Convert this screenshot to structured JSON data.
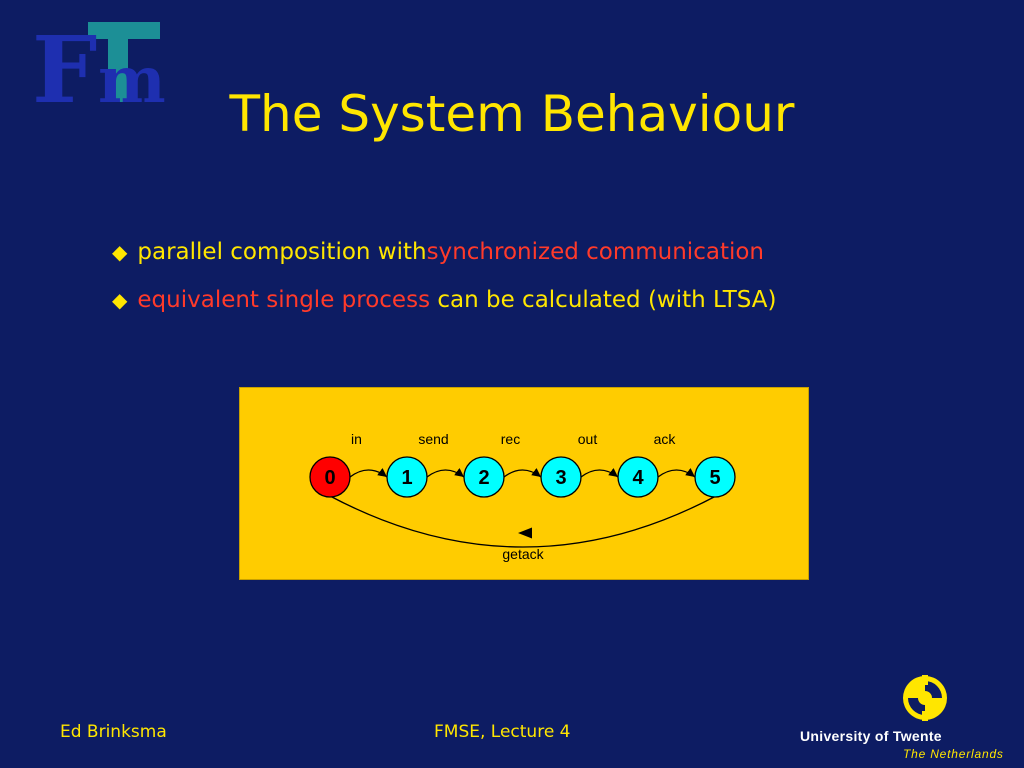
{
  "logo": {
    "letters": "Fm"
  },
  "slide": {
    "title": "The System Behaviour"
  },
  "bullets": [
    {
      "plain": "parallel composition with ",
      "emph": "synchronized communication"
    },
    {
      "emph": "equivalent single process",
      "plain": " can be calculated (with LTSA)"
    }
  ],
  "lts": {
    "states": [
      "0",
      "1",
      "2",
      "3",
      "4",
      "5"
    ],
    "initial_state": "0",
    "transitions": [
      "in",
      "send",
      "rec",
      "out",
      "ack"
    ],
    "back_transition": "getack",
    "colors": {
      "background": "#ffcc00",
      "state_fill": "#00ffff",
      "initial_state_fill": "#ff0000"
    }
  },
  "footer": {
    "author": "Ed Brinksma",
    "course": "FMSE, Lecture 4",
    "university": "University of Twente",
    "country": "The Netherlands"
  },
  "colors": {
    "background": "#0d1c63",
    "title": "#ffe600",
    "emphasis": "#ff3a2a"
  }
}
